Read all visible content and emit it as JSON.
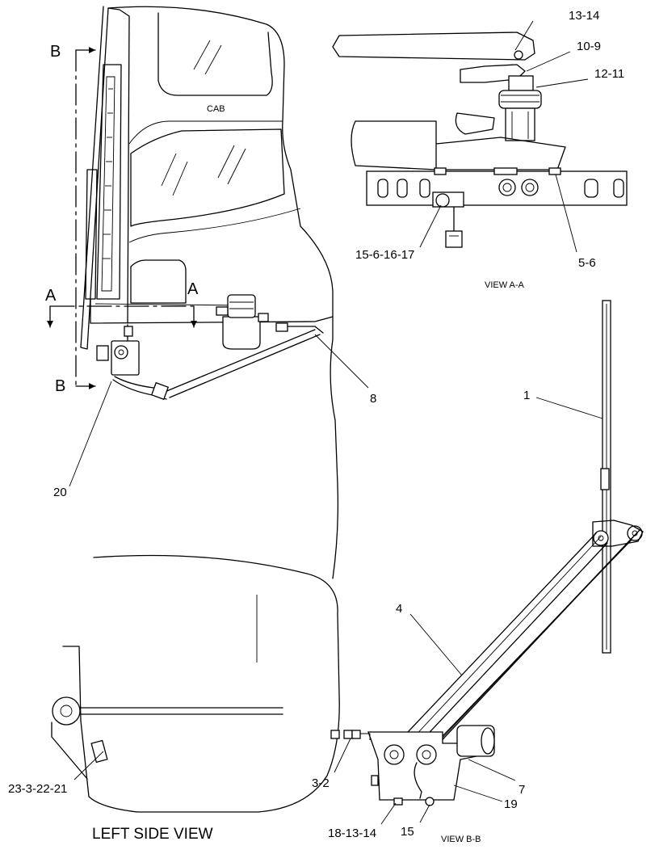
{
  "labels": {
    "cab": "CAB",
    "section_b_top": "B",
    "section_b_bottom": "B",
    "section_a_left": "A",
    "section_a_right": "A",
    "callout_20": "20",
    "callout_8": "8",
    "callout_13_14": "13-14",
    "callout_10_9": "10-9",
    "callout_12_11": "12-11",
    "callout_15_6_16_17": "15-6-16-17",
    "callout_5_6": "5-6",
    "callout_1": "1",
    "callout_4": "4",
    "callout_3_2": "3-2",
    "callout_7": "7",
    "callout_19": "19",
    "callout_18_13_14": "18-13-14",
    "callout_15": "15",
    "callout_23_3_22_21": "23-3-22-21"
  },
  "captions": {
    "view_a_a": "VIEW A-A",
    "view_b_b": "VIEW B-B",
    "left_side_view": "LEFT SIDE VIEW"
  }
}
